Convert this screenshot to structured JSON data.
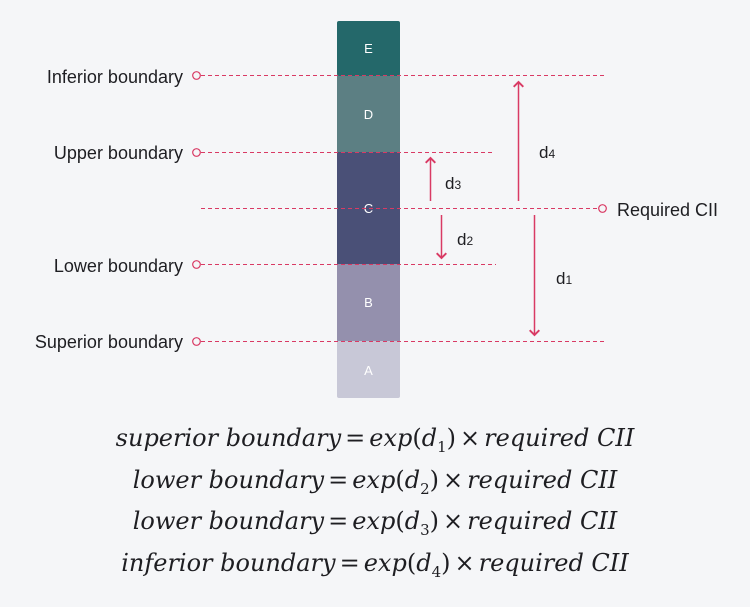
{
  "colors": {
    "band_E": "#24686a",
    "band_D": "#5c7f83",
    "band_C": "#4a5077",
    "band_B": "#9490ad",
    "band_A": "#c8c8d7",
    "accent": "#d93a64",
    "text": "#1e1e22"
  },
  "bands": [
    {
      "label": "E"
    },
    {
      "label": "D"
    },
    {
      "label": "C"
    },
    {
      "label": "B"
    },
    {
      "label": "A"
    }
  ],
  "boundaries": {
    "inferior": "Inferior boundary",
    "upper": "Upper boundary",
    "lower": "Lower boundary",
    "superior": "Superior boundary",
    "required": "Required CII"
  },
  "distances": {
    "d1": {
      "base": "d",
      "sub": "1"
    },
    "d2": {
      "base": "d",
      "sub": "2"
    },
    "d3": {
      "base": "d",
      "sub": "3"
    },
    "d4": {
      "base": "d",
      "sub": "4"
    }
  },
  "formulas": [
    {
      "lhs": "superior boundary",
      "func": "exp",
      "var": "d",
      "sub": "1",
      "rhs": "required CII"
    },
    {
      "lhs": "lower boundary",
      "func": "exp",
      "var": "d",
      "sub": "2",
      "rhs": "required CII"
    },
    {
      "lhs": "lower boundary",
      "func": "exp",
      "var": "d",
      "sub": "3",
      "rhs": "required CII"
    },
    {
      "lhs": "inferior boundary",
      "func": "exp",
      "var": "d",
      "sub": "4",
      "rhs": "required CII"
    }
  ],
  "symbols": {
    "equals": "=",
    "times": "×",
    "open": "(",
    "close": ")"
  }
}
